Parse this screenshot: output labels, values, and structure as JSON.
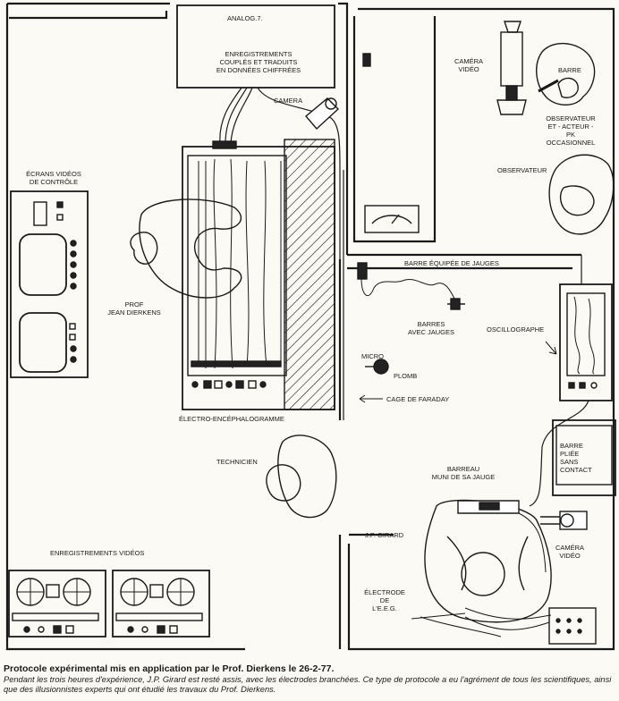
{
  "labels": {
    "analog": "ANALOG.7.",
    "recordings": "ENREGISTREMENTS\nCOUPLÉS ET TRADUITS\nEN DONNÉES CHIFFRÉES",
    "camera_top": "CAMERA",
    "control_screens": "ÉCRANS VIDÉOS\nDE CONTRÔLE",
    "prof": "PROF\nJEAN DIERKENS",
    "eeg": "ÉLECTRO-ENCÉPHALOGRAMME",
    "camera_video_top": "CAMÉRA\nVIDÉO",
    "barre": "BARRE",
    "observer_actor": "OBSERVATEUR\nET - ACTEUR -\nPK\nOCCASIONNEL",
    "observer": "OBSERVATEUR",
    "gauge_bar": "BARRE ÉQUIPÉE DE JAUGES",
    "bars_gauges": "BARRES\nAVEC JAUGES",
    "oscillograph": "OSCILLOGRAPHE",
    "micro": "MICRO",
    "plumb": "PLOMB",
    "faraday": "CAGE DE FARADAY",
    "technician": "TECHNICIEN",
    "bent_bar": "BARRE\nPLIÉE\nSANS\nCONTACT",
    "bar_with_gauge": "BARREAU\nMUNI DE SA JAUGE",
    "girard": "J.P. GIRARD",
    "camera_video_bottom": "CAMÉRA\nVIDÉO",
    "video_recordings": "ENREGISTREMENTS VIDÉOS",
    "electrode": "ÉLECTRODE\nDE\nL'E.E.G."
  },
  "caption": {
    "title": "Protocole expérimental mis en application par le Prof. Dierkens le 26-2-77.",
    "body": "Pendant les trois heures d'expérience, J.P. Girard est resté assis, avec les électrodes branchées. Ce type de protocole a eu l'agrément de tous les scientifiques, ainsi que des illusionnistes experts qui ont étudié les travaux du Prof. Dierkens."
  }
}
